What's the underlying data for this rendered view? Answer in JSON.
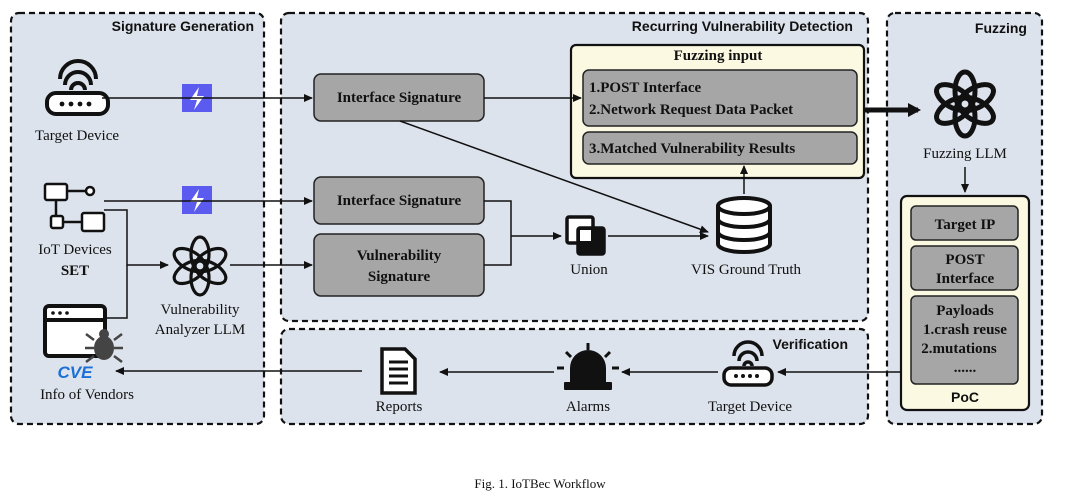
{
  "panels": {
    "signature_generation": "Signature Generation",
    "recurring_detection": "Recurring Vulnerability Detection",
    "fuzzing": "Fuzzing",
    "verification": "Verification"
  },
  "sig_gen": {
    "target_device": "Target Device",
    "iot_devices": "IoT Devices",
    "iot_set": "SET",
    "analyzer_line1": "Vulnerability",
    "analyzer_line2": "Analyzer  LLM",
    "cve_logo": "CVE",
    "vendors": "Info of Vendors"
  },
  "detection": {
    "interface_signature_1": "Interface Signature",
    "interface_signature_2": "Interface Signature",
    "vuln_sig_line1": "Vulnerability",
    "vuln_sig_line2": "Signature",
    "fuzzing_input_title": "Fuzzing input",
    "fuzz_item_1": "1.POST Interface",
    "fuzz_item_2": "2.Network Request Data Packet",
    "fuzz_item_3": "3.Matched Vulnerability Results",
    "union": "Union",
    "vis_ground_truth": "VIS Ground Truth"
  },
  "fuzzing": {
    "fuzzing_llm": "Fuzzing LLM",
    "target_ip": "Target IP",
    "post_line1": "POST",
    "post_line2": "Interface",
    "payloads": "Payloads",
    "payload_1": "1.crash reuse",
    "payload_2": "2.mutations",
    "payload_more": "......",
    "poc": "PoC"
  },
  "verification": {
    "target_device": "Target Device",
    "alarms": "Alarms",
    "reports": "Reports"
  },
  "caption": "Fig. 1.  IoTBec Workflow",
  "colors": {
    "panel_fill": "#dde3ec",
    "box_fill": "#a6a6a6",
    "cream_fill": "#fbf9e2",
    "bolt_fill": "#5b5bf0",
    "cve_blue": "#1a6fd8"
  },
  "icons": [
    "router-icon",
    "lightning-icon",
    "network-devices-icon",
    "openai-llm-icon",
    "browser-window-icon",
    "bug-icon",
    "union-icon",
    "database-icon",
    "document-icon",
    "alarm-siren-icon"
  ]
}
